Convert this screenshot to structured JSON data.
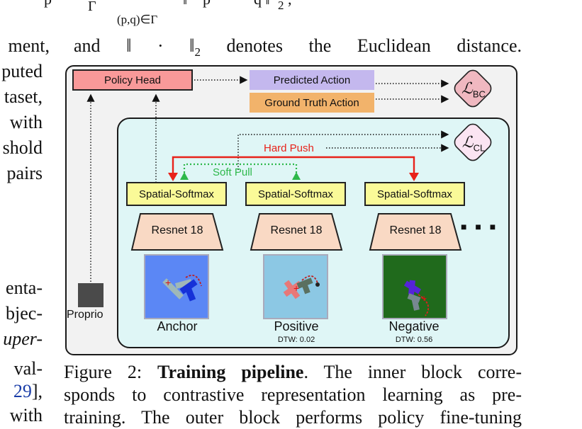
{
  "equation": {
    "gamma_sub": "Γ",
    "sum_sub": "(p,q)∈Γ",
    "norm_frag": "q ‖",
    "norm_sub": "2",
    "comma": ",",
    "p_frag": "p"
  },
  "text_line": {
    "words": [
      "and",
      "‖",
      "·",
      "‖",
      "denotes",
      "the",
      "Euclidean",
      "distance."
    ],
    "norm_sub": "2"
  },
  "left_column": {
    "lines_upper": [
      "ment,",
      "puted",
      "taset,",
      "with",
      "shold",
      "pairs"
    ],
    "lines_lower": [
      "enta-",
      "bjec-",
      "uper-",
      "val-",
      "29],",
      "with"
    ]
  },
  "figure": {
    "policy_head": "Policy Head",
    "predicted_action": "Predicted Action",
    "ground_truth_action": "Ground Truth Action",
    "loss_bc": {
      "symbol": "ℒ",
      "sub": "BC"
    },
    "loss_cl": {
      "symbol": "ℒ",
      "sub": "CL"
    },
    "hard_push": "Hard Push",
    "soft_pull": "Soft Pull",
    "spatial_softmax": [
      "Spatial-Softmax",
      "Spatial-Softmax",
      "Spatial-Softmax"
    ],
    "resnet": [
      "Resnet 18",
      "Resnet 18",
      "Resnet 18"
    ],
    "ellipsis": "■ ■ ■",
    "proprio": "Proprio",
    "samples": [
      {
        "label": "Anchor",
        "dtw": ""
      },
      {
        "label": "Positive",
        "dtw": "DTW: 0.02"
      },
      {
        "label": "Negative",
        "dtw": "DTW: 0.56"
      }
    ],
    "colors": {
      "policy_head": "#f99999",
      "predicted_action": "#c4b8ee",
      "ground_truth_action": "#f2b36b",
      "loss": "#f0b8c0",
      "spatial_softmax": "#fafa98",
      "resnet": "#f9d9c4",
      "inner_block": "#dff6f6",
      "hard_push": "#e8221a",
      "soft_pull": "#2db84a"
    }
  },
  "caption": {
    "line1_prefix": "Figure 2: ",
    "line1_bold": "Training pipeline",
    "line1_rest": ". The inner block corre-",
    "line2": "sponds to contrastive representation learning as pre-",
    "line3": "training. The outer block performs policy fine-tuning"
  }
}
